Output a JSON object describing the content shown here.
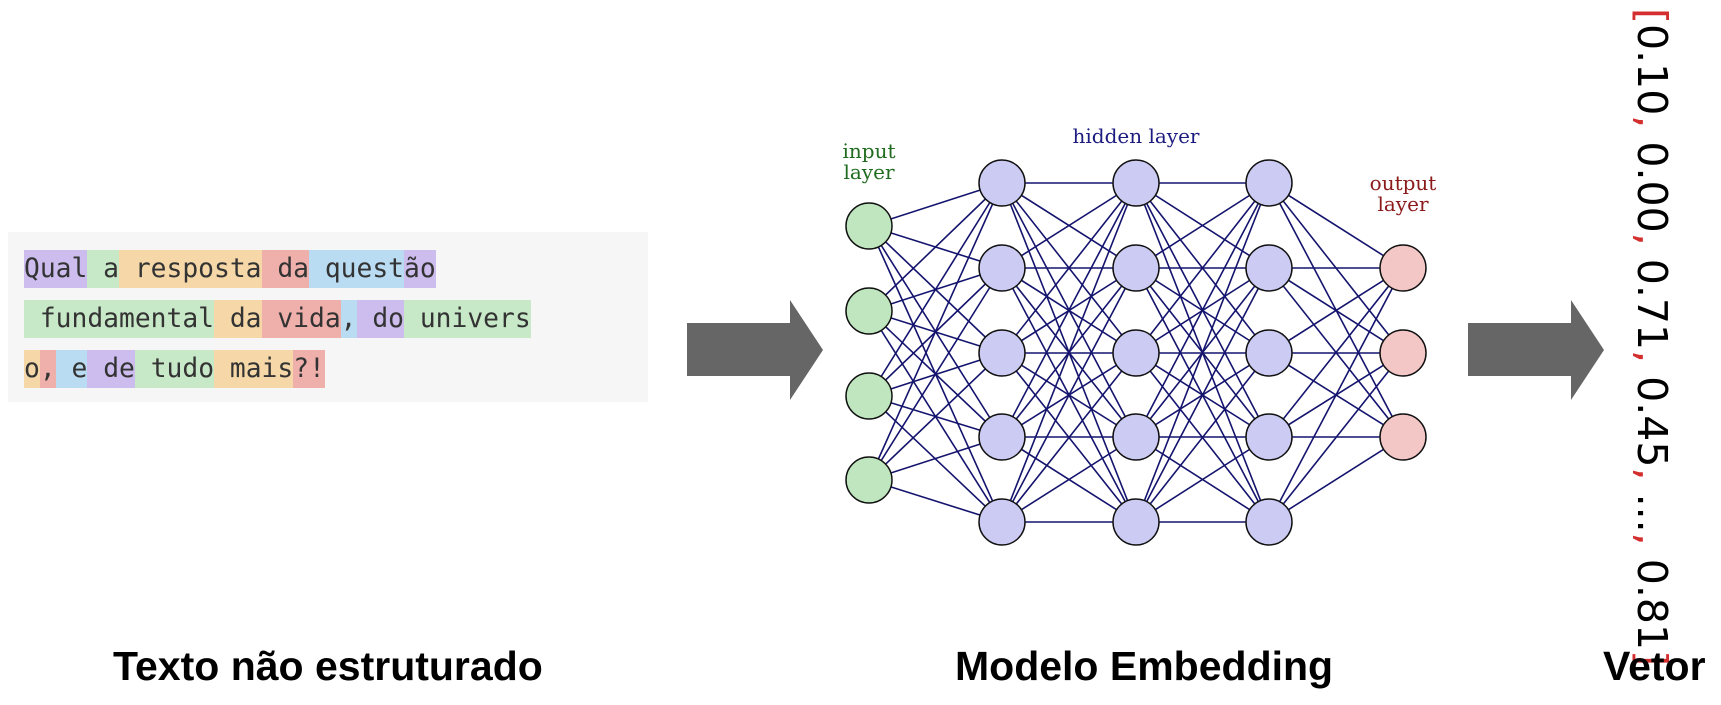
{
  "text_box": {
    "lines": [
      [
        {
          "t": "Qual",
          "c": "#cdbdee"
        },
        {
          "t": " a",
          "c": "#c8e9c8"
        },
        {
          "t": " resposta",
          "c": "#f5d7a8"
        },
        {
          "t": " da",
          "c": "#efb0ac"
        },
        {
          "t": " quest",
          "c": "#b9dcf2"
        },
        {
          "t": "ão",
          "c": "#cdbdee"
        }
      ],
      [
        {
          "t": " fundamental",
          "c": "#c8e9c8"
        },
        {
          "t": " da",
          "c": "#f5d7a8"
        },
        {
          "t": " vida",
          "c": "#efb0ac"
        },
        {
          "t": ",",
          "c": "#b9dcf2"
        },
        {
          "t": " do",
          "c": "#cdbdee"
        },
        {
          "t": " univers",
          "c": "#c8e9c8"
        }
      ],
      [
        {
          "t": "o",
          "c": "#f5d7a8"
        },
        {
          "t": ",",
          "c": "#efb0ac"
        },
        {
          "t": " e",
          "c": "#b9dcf2"
        },
        {
          "t": " de",
          "c": "#cdbdee"
        },
        {
          "t": " tudo",
          "c": "#c8e9c8"
        },
        {
          "t": " mais",
          "c": "#f5d7a8"
        },
        {
          "t": "?!",
          "c": "#efb0ac"
        }
      ]
    ]
  },
  "network": {
    "input_label_1": "input",
    "input_label_2": "layer",
    "hidden_label": "hidden layer",
    "output_label_1": "output",
    "output_label_2": "layer",
    "layer_sizes": [
      4,
      5,
      5,
      5,
      3
    ],
    "colors": {
      "input_fill": "#bfe6bf",
      "hidden_fill": "#cbcbf3",
      "output_fill": "#f4c7c7",
      "edge": "#14146e",
      "input_label": "#1f6b1f",
      "hidden_label": "#1c1c80",
      "output_label": "#8b1a1a"
    }
  },
  "vector": {
    "open": "[",
    "values": [
      "0.10",
      "0.00",
      "0.71",
      "0.45",
      "...",
      "0.81"
    ],
    "separator": ",",
    "close": "]"
  },
  "captions": {
    "left": "Texto não estruturado",
    "middle": "Modelo Embedding",
    "right": "Vetor"
  },
  "arrow_color": "#666666"
}
